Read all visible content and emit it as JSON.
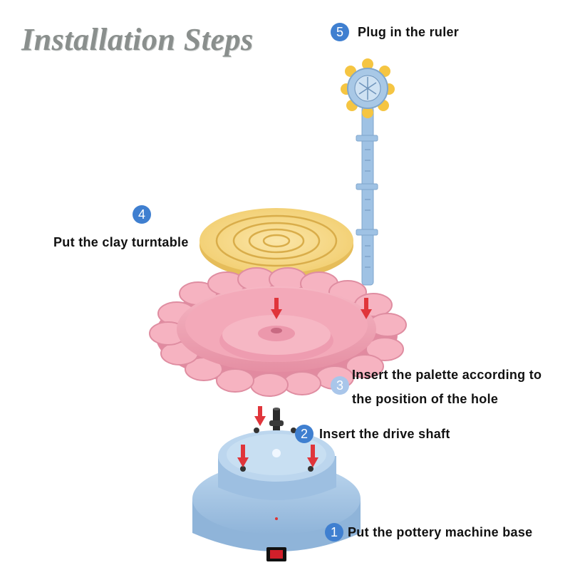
{
  "title": "Installation Steps",
  "colors": {
    "badge": "#3f7fd0",
    "badge_light": "#a9c6ea",
    "base_blue": "#a8c8e6",
    "palette_pink": "#f2a6b6",
    "turntable_yellow": "#f7d98a",
    "arrow_red": "#e0353b"
  },
  "steps": [
    {
      "number": "1",
      "label": "Put the pottery machine base"
    },
    {
      "number": "2",
      "label": "Insert the drive shaft"
    },
    {
      "number": "3",
      "label_line1": "Insert the palette according to",
      "label_line2": "the position of the hole"
    },
    {
      "number": "4",
      "label": "Put the clay turntable"
    },
    {
      "number": "5",
      "label": "Plug in the ruler"
    }
  ],
  "icons": [
    "down-arrow-icon",
    "power-switch-icon",
    "sunflower-icon"
  ]
}
